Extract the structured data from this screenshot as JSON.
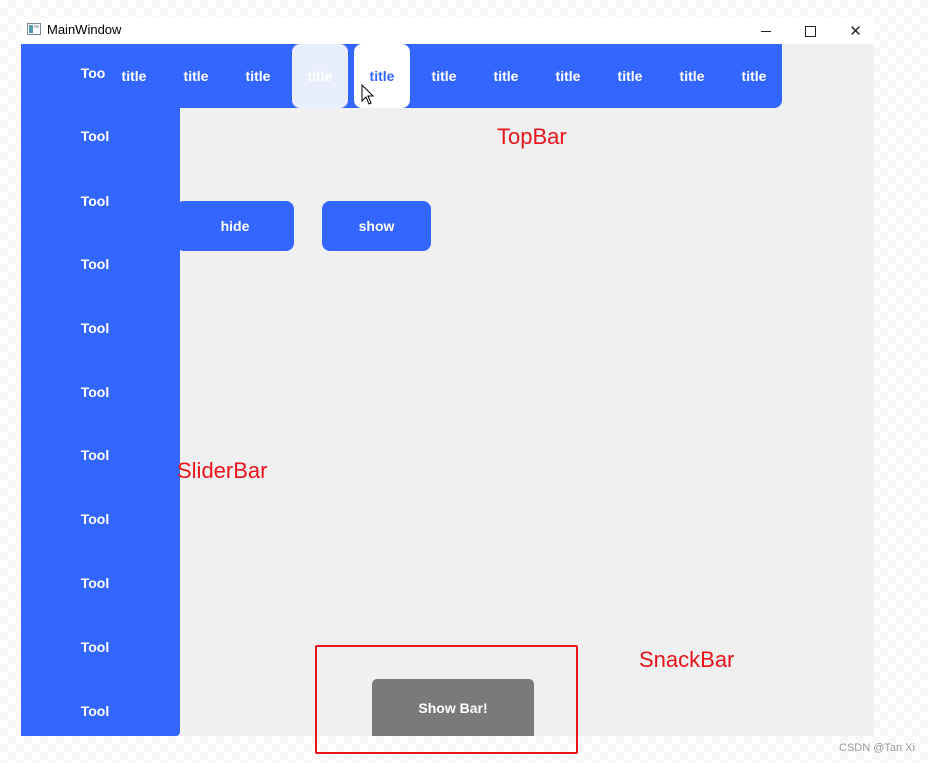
{
  "window": {
    "title": "MainWindow",
    "controls": {
      "minimize_icon": "minimize-icon",
      "maximize_icon": "maximize-icon",
      "close_icon": "close-icon"
    }
  },
  "sidebar": {
    "items": [
      "Too",
      "Tool",
      "Tool",
      "Tool",
      "Tool",
      "Tool",
      "Tool",
      "Tool",
      "Tool",
      "Tool",
      "Tool"
    ]
  },
  "topbar": {
    "tabs": [
      "title",
      "title",
      "title",
      "title",
      "title",
      "title",
      "title",
      "title",
      "title",
      "title",
      "title"
    ],
    "active_index": 4
  },
  "buttons": {
    "hide": "hide",
    "show": "show",
    "snack": "Show Bar!"
  },
  "annotations": {
    "topbar": "TopBar",
    "sliderbar": "SliderBar",
    "snackbar": "SnackBar"
  },
  "watermark": "CSDN @Tan Xi",
  "colors": {
    "accent": "#3366ff",
    "annotation": "#e8141b",
    "snack": "#7a7a7a",
    "background": "#f0f0f0"
  }
}
